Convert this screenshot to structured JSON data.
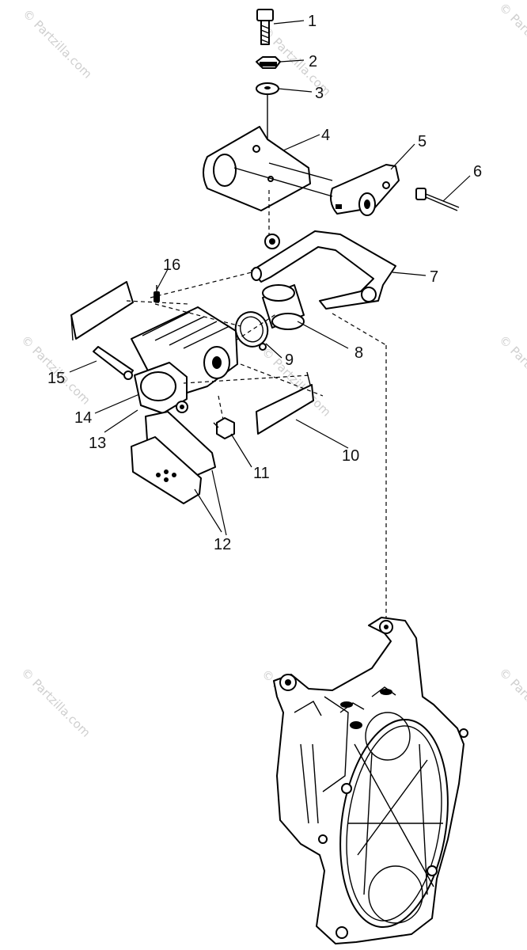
{
  "diagram": {
    "callouts": [
      "1",
      "2",
      "3",
      "4",
      "5",
      "6",
      "7",
      "8",
      "9",
      "10",
      "11",
      "12",
      "13",
      "14",
      "15",
      "16"
    ],
    "watermark": "© Partzilla.com"
  }
}
